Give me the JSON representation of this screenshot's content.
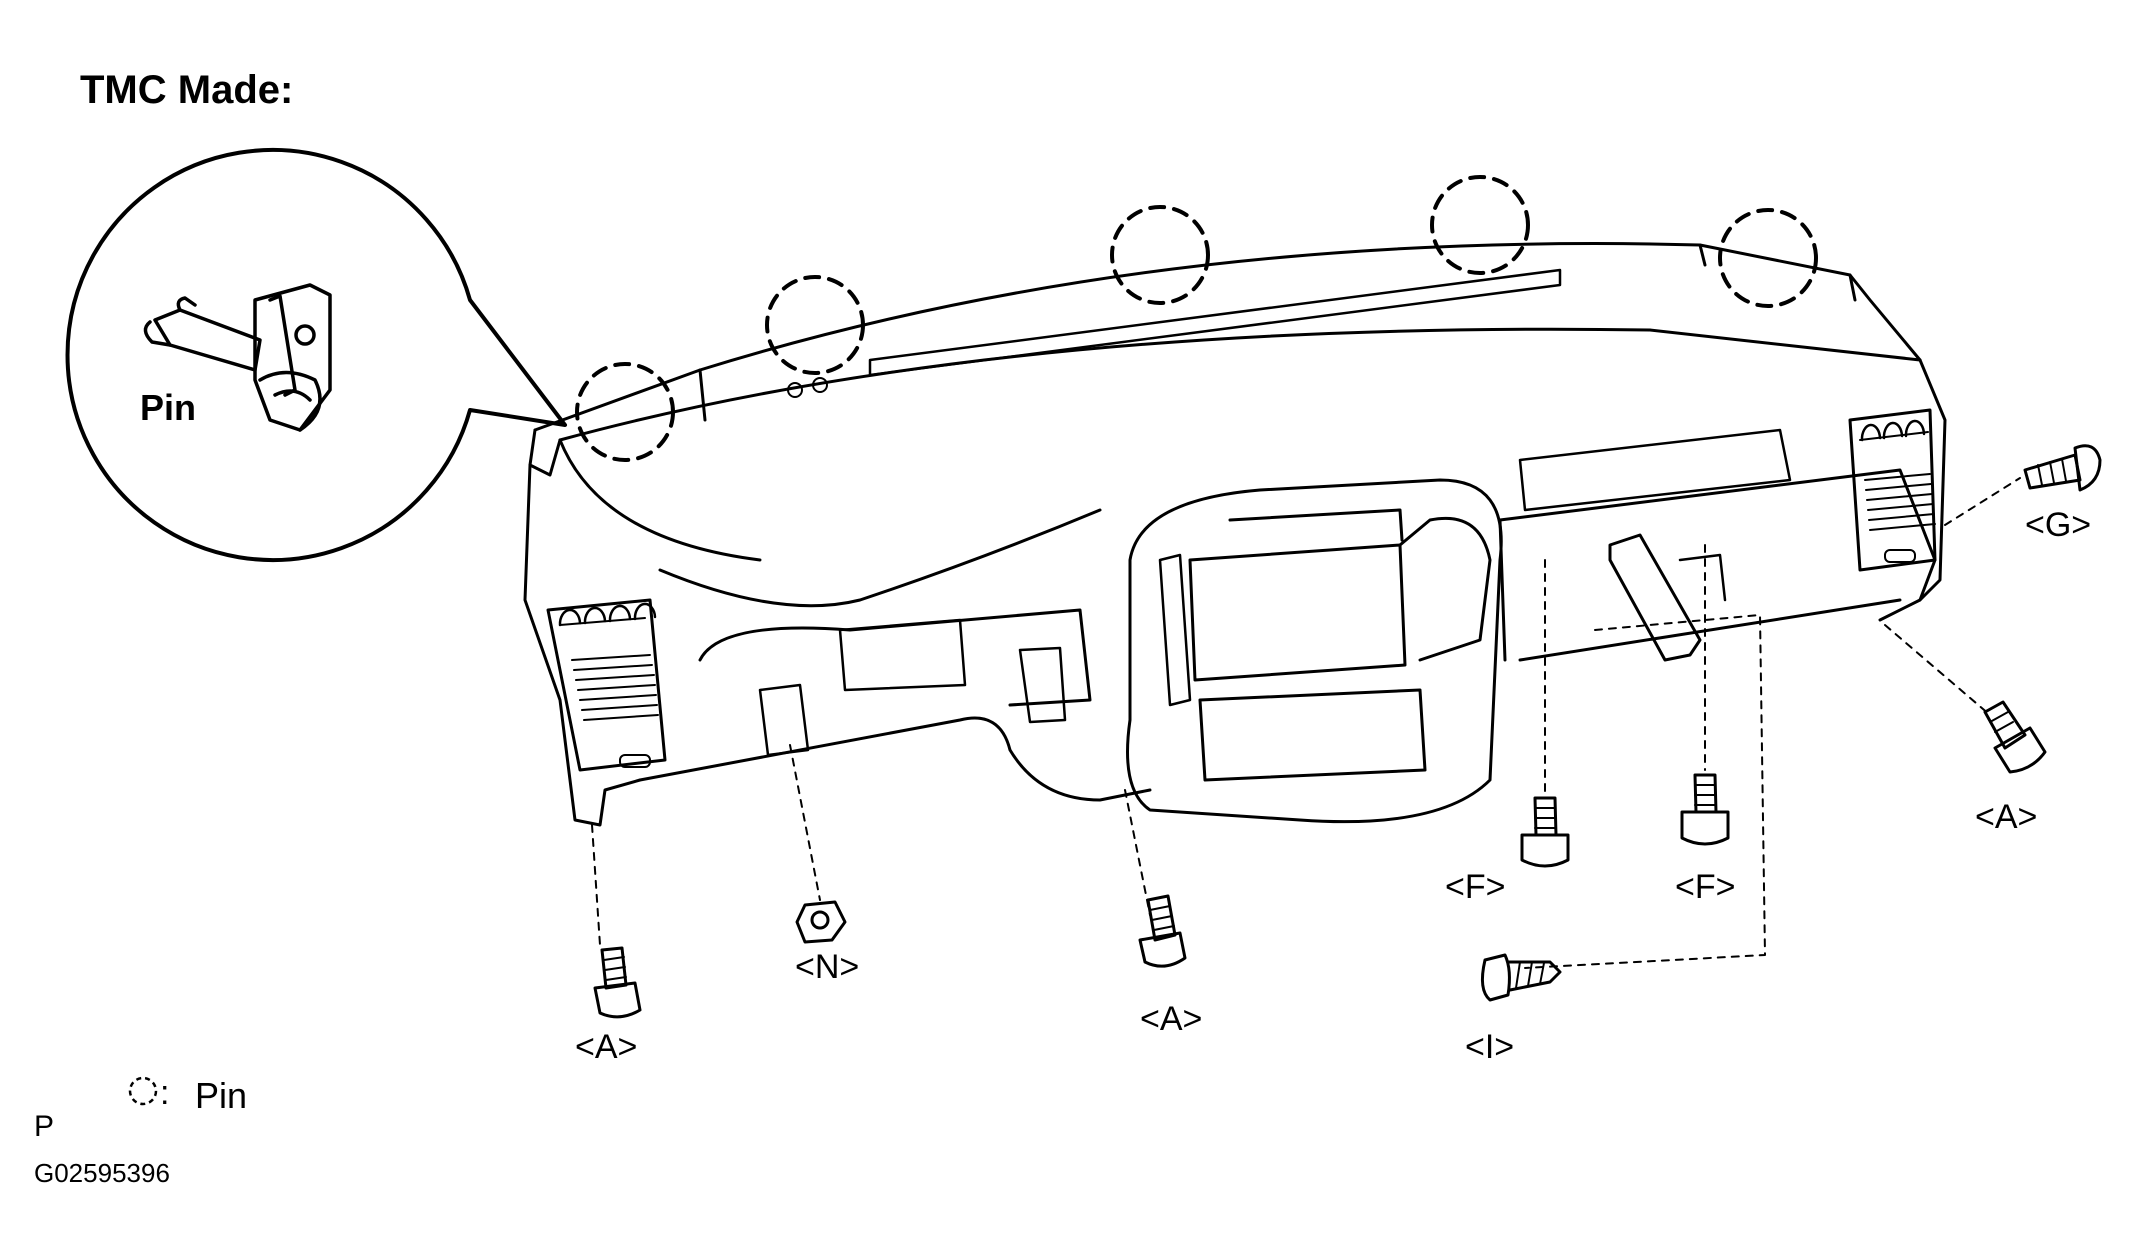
{
  "title": "TMC Made:",
  "detail_label": "Pin",
  "legend": {
    "symbol": "dashed-circle-icon",
    "label": "Pin"
  },
  "page_marker": "P",
  "figure_code": "G02595396",
  "fasteners": {
    "a1": "<A>",
    "n": "<N>",
    "a2": "<A>",
    "f1": "<F>",
    "f2": "<F>",
    "i": "<I>",
    "a3": "<A>",
    "g": "<G>"
  }
}
